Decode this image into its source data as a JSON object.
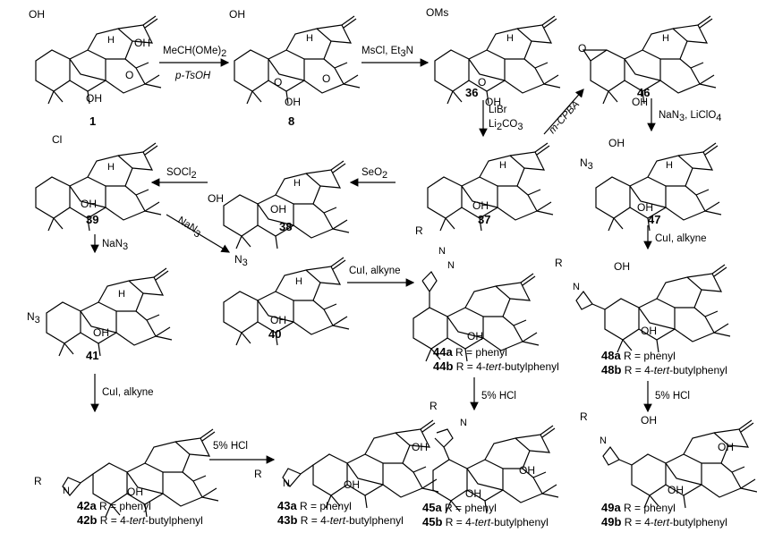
{
  "compounds": {
    "c1": "1",
    "c8": "8",
    "c36": "36",
    "c46": "46",
    "c39": "39",
    "c38": "38",
    "c37": "37",
    "c47": "47",
    "c41": "41",
    "c40": "40",
    "c44a": "44a",
    "c44b": "44b",
    "c48a": "48a",
    "c48b": "48b",
    "c42a": "42a",
    "c42b": "42b",
    "c43a": "43a",
    "c43b": "43b",
    "c45a": "45a",
    "c45b": "45b",
    "c49a": "49a",
    "c49b": "49b"
  },
  "reagents": {
    "r1_top": "MeCH(OMe)",
    "r1_top_sub": "2",
    "r1_bottom": "p-TsOH",
    "r2_top": "MsCl, Et",
    "r2_top_sub": "3",
    "r2_top_end": "N",
    "r3_a": "LiBr",
    "r3_b": "Li",
    "r3_b_sub": "2",
    "r3_b_end": "CO",
    "r3_b_sub2": "3",
    "r4": "m-CPBA",
    "r5": "NaN",
    "r5_sub": "3",
    "r5_end": ", LiClO",
    "r5_sub2": "4",
    "r6": "SeO",
    "r6_sub": "2",
    "r7": "SOCl",
    "r7_sub": "2",
    "r8": "NaN",
    "r8_sub": "3",
    "r9": "NaN",
    "r9_sub": "3",
    "r10": "CuI, alkyne",
    "r11": "CuI, alkyne",
    "r12": "CuI, alkyne",
    "r13": "5% HCl",
    "r14": "5% HCl",
    "r15": "5% HCl"
  },
  "substituents": {
    "phenyl_prefix": "R = phenyl",
    "tbp_prefix": "R = 4-",
    "tbp_italic": "tert",
    "tbp_suffix": "-butylphenyl"
  },
  "atoms": {
    "OH": "OH",
    "O": "O",
    "H": "H",
    "OMs": "OMs",
    "Cl": "Cl",
    "N3": "N",
    "N3_sub": "3",
    "N": "N",
    "R": "R"
  }
}
